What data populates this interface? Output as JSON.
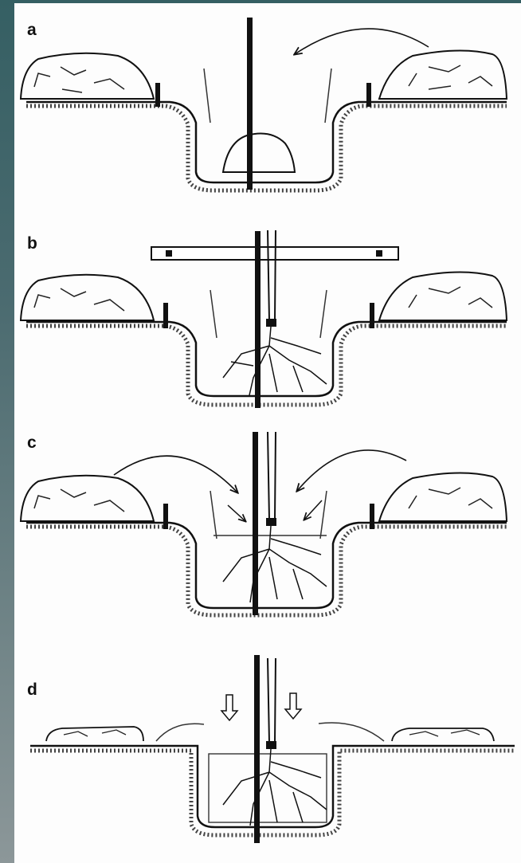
{
  "panels": [
    {
      "label": "a",
      "stage": "backfill-start"
    },
    {
      "label": "b",
      "stage": "planting-with-level-board"
    },
    {
      "label": "c",
      "stage": "backfilling"
    },
    {
      "label": "d",
      "stage": "firming-soil"
    }
  ],
  "colors": {
    "ink": "#111111",
    "paper": "#fdfdfd",
    "background_top": "#355f63",
    "background_bottom": "#8c9799"
  }
}
